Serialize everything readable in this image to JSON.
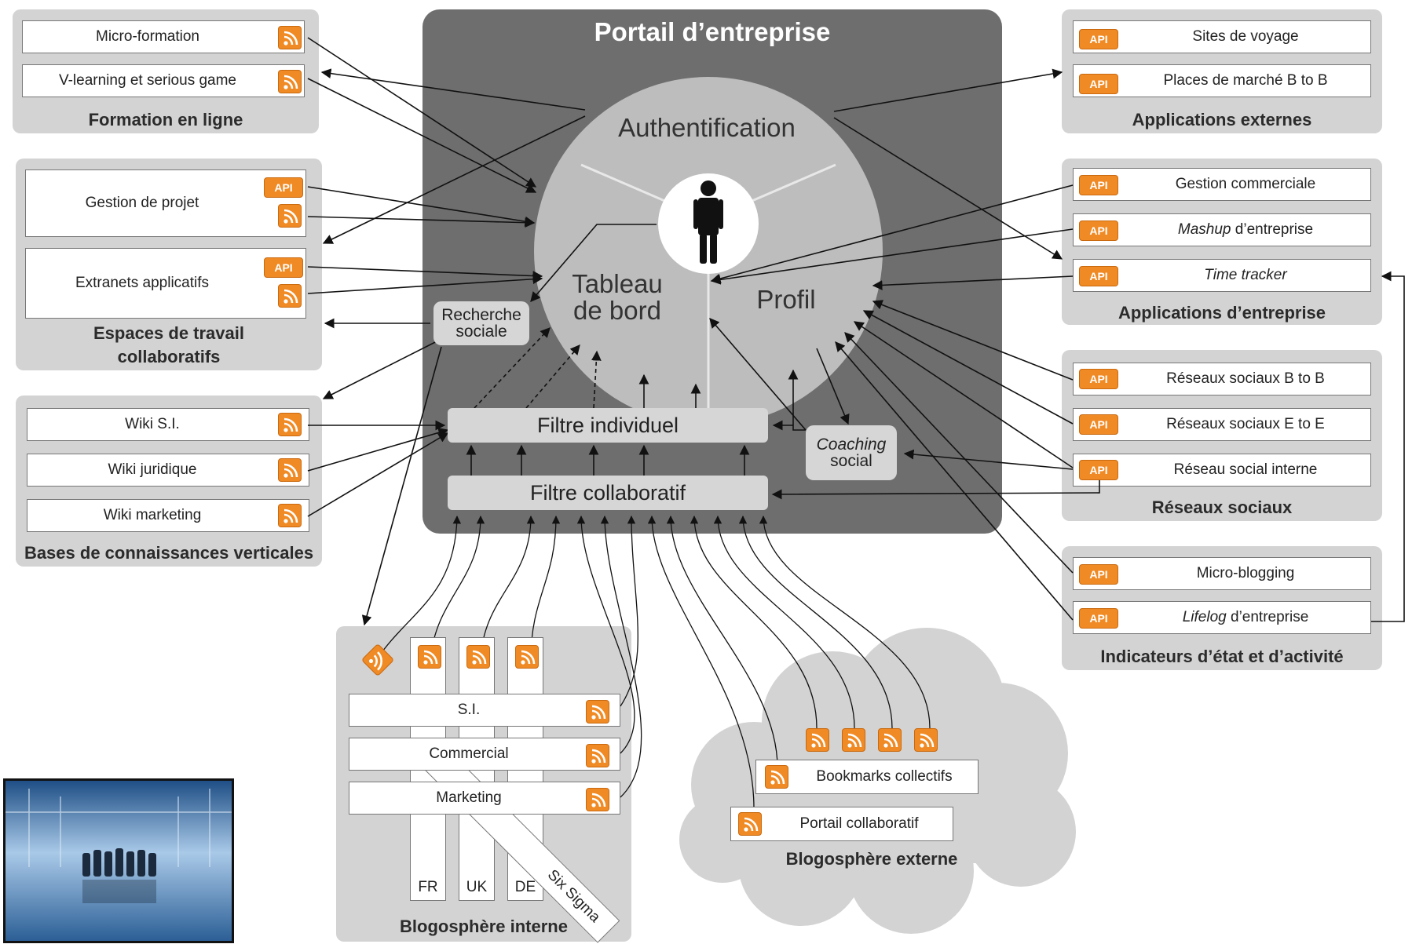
{
  "portal": {
    "title": "Portail d’entreprise",
    "sections": {
      "authentication": "Authentification",
      "dashboard_line1": "Tableau",
      "dashboard_line2": "de bord",
      "profile": "Profil"
    },
    "social_search_line1": "Recherche",
    "social_search_line2": "sociale",
    "coaching_line1": "Coaching",
    "coaching_line2": "social",
    "individual_filter": "Filtre individuel",
    "collaborative_filter": "Filtre collaboratif"
  },
  "groups": {
    "online_training": {
      "title": "Formation en ligne",
      "items": [
        "Micro-formation",
        "V-learning et serious game"
      ]
    },
    "collab_spaces": {
      "title_line1": "Espaces de travail",
      "title_line2": "collaboratifs",
      "items": [
        "Gestion de projet",
        "Extranets applicatifs"
      ]
    },
    "knowledge_bases": {
      "title": "Bases de connaissances verticales",
      "items": [
        "Wiki S.I.",
        "Wiki juridique",
        "Wiki marketing"
      ]
    },
    "external_apps": {
      "title": "Applications externes",
      "items": [
        "Sites de voyage",
        "Places de marché B to B"
      ]
    },
    "enterprise_apps": {
      "title": "Applications d’entreprise",
      "items": [
        "Gestion commerciale",
        "Mashup",
        " d’entreprise",
        "Time tracker"
      ]
    },
    "social_networks": {
      "title": "Réseaux sociaux",
      "items": [
        "Réseaux sociaux B to B",
        "Réseaux sociaux E to E",
        "Réseau social interne"
      ]
    },
    "activity_indicators": {
      "title": "Indicateurs d’état et d’activité",
      "items": [
        "Micro-blogging",
        "Lifelog",
        " d’entreprise"
      ]
    },
    "internal_blogosphere": {
      "title": "Blogosphère interne",
      "rows": [
        "S.I.",
        "Commercial",
        "Marketing"
      ],
      "columns": [
        "FR",
        "UK",
        "DE"
      ],
      "diagonal": "Six Sigma"
    },
    "external_blogosphere": {
      "title": "Blogosphère externe",
      "items": [
        "Bookmarks collectifs",
        "Portail collaboratif"
      ]
    }
  },
  "badges": {
    "api": "API"
  },
  "icons": {
    "feed": "rss-icon",
    "user": "person-icon",
    "api": "api-badge"
  },
  "colors": {
    "accent": "#f08a24",
    "portal": "#6e6e6e",
    "group": "#d3d3d3",
    "circle": "#bdbdbd"
  }
}
